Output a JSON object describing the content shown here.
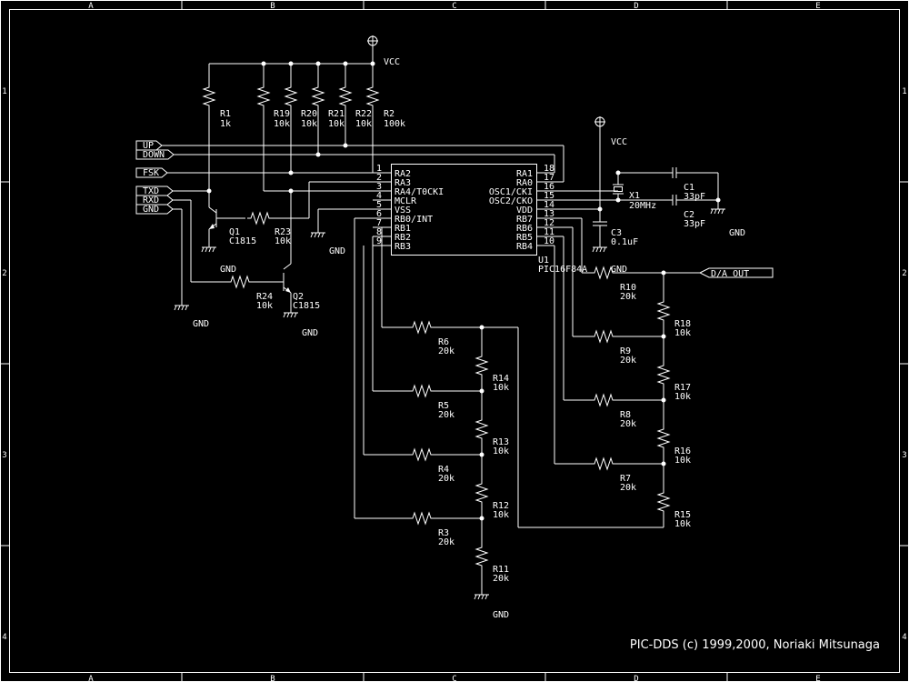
{
  "border": {
    "columns": [
      "A",
      "B",
      "C",
      "D",
      "E"
    ],
    "rows": [
      "1",
      "2",
      "3",
      "4"
    ]
  },
  "power": {
    "vcc_top": "VCC",
    "vcc_c3": "VCC",
    "gnd": "GND"
  },
  "ports": {
    "up": "UP",
    "down": "DOWN",
    "fsk": "FSK",
    "txd": "TXD",
    "rxd": "RXD",
    "gnd": "GND",
    "da_out": "D/A OUT"
  },
  "ic": {
    "ref": "U1",
    "part": "PIC16F84A",
    "left_pins": [
      {
        "num": "1",
        "name": "RA2"
      },
      {
        "num": "2",
        "name": "RA3"
      },
      {
        "num": "3",
        "name": "RA4/T0CKI"
      },
      {
        "num": "4",
        "name": "MCLR"
      },
      {
        "num": "5",
        "name": "VSS"
      },
      {
        "num": "6",
        "name": "RB0/INT"
      },
      {
        "num": "7",
        "name": "RB1"
      },
      {
        "num": "8",
        "name": "RB2"
      },
      {
        "num": "9",
        "name": "RB3"
      }
    ],
    "right_pins": [
      {
        "num": "18",
        "name": "RA1"
      },
      {
        "num": "17",
        "name": "RA0"
      },
      {
        "num": "16",
        "name": "OSC1/CKI"
      },
      {
        "num": "15",
        "name": "OSC2/CKO"
      },
      {
        "num": "14",
        "name": "VDD"
      },
      {
        "num": "13",
        "name": "RB7"
      },
      {
        "num": "12",
        "name": "RB6"
      },
      {
        "num": "11",
        "name": "RB5"
      },
      {
        "num": "10",
        "name": "RB4"
      }
    ]
  },
  "components": {
    "r1": {
      "ref": "R1",
      "value": "1k"
    },
    "r19": {
      "ref": "R19",
      "value": "10k"
    },
    "r20": {
      "ref": "R20",
      "value": "10k"
    },
    "r21": {
      "ref": "R21",
      "value": "10k"
    },
    "r22": {
      "ref": "R22",
      "value": "10k"
    },
    "r2": {
      "ref": "R2",
      "value": "100k"
    },
    "r23": {
      "ref": "R23",
      "value": "10k"
    },
    "r24": {
      "ref": "R24",
      "value": "10k"
    },
    "q1": {
      "ref": "Q1",
      "value": "C1815"
    },
    "q2": {
      "ref": "Q2",
      "value": "C1815"
    },
    "c1": {
      "ref": "C1",
      "value": "33pF"
    },
    "c2": {
      "ref": "C2",
      "value": "33pF"
    },
    "c3": {
      "ref": "C3",
      "value": "0.1uF"
    },
    "x1": {
      "ref": "X1",
      "value": "20MHz"
    },
    "r3": {
      "ref": "R3",
      "value": "20k"
    },
    "r4": {
      "ref": "R4",
      "value": "20k"
    },
    "r5": {
      "ref": "R5",
      "value": "20k"
    },
    "r6": {
      "ref": "R6",
      "value": "20k"
    },
    "r7": {
      "ref": "R7",
      "value": "20k"
    },
    "r8": {
      "ref": "R8",
      "value": "20k"
    },
    "r9": {
      "ref": "R9",
      "value": "20k"
    },
    "r10": {
      "ref": "R10",
      "value": "20k"
    },
    "r11": {
      "ref": "R11",
      "value": "20k"
    },
    "r12": {
      "ref": "R12",
      "value": "10k"
    },
    "r13": {
      "ref": "R13",
      "value": "10k"
    },
    "r14": {
      "ref": "R14",
      "value": "10k"
    },
    "r15": {
      "ref": "R15",
      "value": "10k"
    },
    "r16": {
      "ref": "R16",
      "value": "10k"
    },
    "r17": {
      "ref": "R17",
      "value": "10k"
    },
    "r18": {
      "ref": "R18",
      "value": "10k"
    }
  },
  "credit": "PIC-DDS (c) 1999,2000, Noriaki Mitsunaga"
}
